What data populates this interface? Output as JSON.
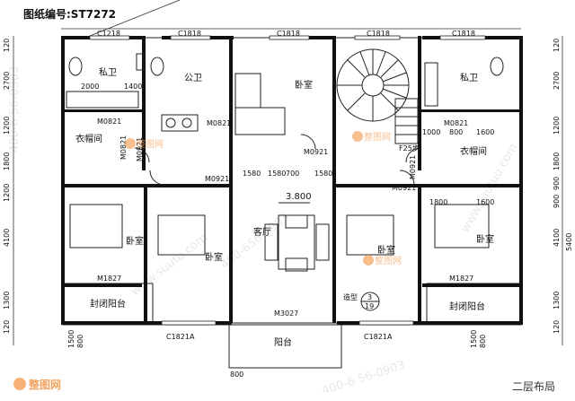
{
  "header": {
    "drawing_number": "图纸编号:ST7272",
    "footer_caption": "二层布局"
  },
  "watermarks": {
    "phone_left": "400-6 56-0903",
    "phone_bottom": "400-6 56-0903",
    "site_diag1": "www.suutu.com",
    "site_diag2": "400-656-0903",
    "site_right": "www.suutuu.com",
    "brand": "整图网"
  },
  "rooms": {
    "private_bath_left": "私卫",
    "public_bath": "公卫",
    "bedroom_top": "卧室",
    "private_bath_right": "私卫",
    "closet_left": "衣帽间",
    "closet_right": "衣帽间",
    "bedroom_left": "卧室",
    "bedroom_2": "卧室",
    "living": "客厅",
    "bedroom_3": "卧室",
    "bedroom_right": "卧室",
    "balcony_left": "封闭阳台",
    "balcony_right": "封闭阳台",
    "balcony_center": "阳台"
  },
  "labels": {
    "elevation": "3.800",
    "stair_steps": "F25步",
    "section_label": "造型",
    "section_num": "3",
    "section_den": "19"
  },
  "windows": {
    "top_1": "C1218",
    "top_2": "C1818",
    "top_3": "C1818",
    "top_4": "C1818",
    "top_5": "C1818",
    "bottom_left": "C1821A",
    "bottom_right": "C1821A"
  },
  "doors": {
    "m0821_left": "M0821",
    "m0821_vert": "M0821",
    "m0821_mid": "M0821",
    "m0821_right": "M0821",
    "m0921_top": "M0921",
    "m0921_left_vert": "M0921",
    "m0921_center": "M0921",
    "m0921_right": "M0921",
    "m0921_right_vert": "M0921",
    "m1827_left": "M1827",
    "m1827_right": "M1827",
    "m3027": "M3027"
  },
  "dims": {
    "left_col": [
      "120",
      "2700",
      "1200",
      "1800",
      "1200",
      "4100",
      "1300",
      "120"
    ],
    "right_col": [
      "120",
      "2700",
      "1200",
      "1800",
      "900",
      "900",
      "4100",
      "1300",
      "120"
    ],
    "right_outer": [
      "5400"
    ],
    "misc": [
      "2000",
      "1400",
      "1000",
      "800",
      "1600",
      "1800",
      "1600",
      "1580",
      "1580",
      "1580",
      "700",
      "1500",
      "800",
      "1500",
      "800",
      "800"
    ]
  }
}
